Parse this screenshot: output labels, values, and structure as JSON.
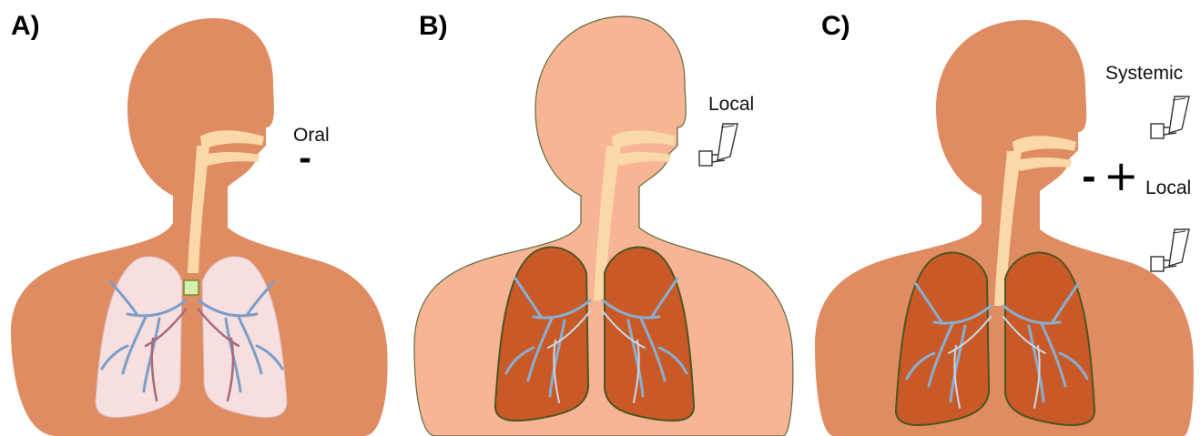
{
  "colors": {
    "skin_dark": "#e08c62",
    "skin_light": "#f8b595",
    "airway": "#fbd8a8",
    "lung_healthy": "#f7dfe0",
    "lung_inflamed": "#c95a28",
    "lung_outline": "#4d5520",
    "bronchi_blue": "#7a9ec8",
    "bronchi_red": "#a86a7a"
  },
  "panels": [
    {
      "letter": "A)",
      "route_label": "Oral",
      "symbol": "-",
      "lung_state": "healthy",
      "icons": []
    },
    {
      "letter": "B)",
      "route_label": "Local",
      "symbol": "",
      "lung_state": "inflamed",
      "icons": [
        "inhaler-icon"
      ]
    },
    {
      "letter": "C)",
      "route_label": "Systemic",
      "route_label_2": "Local",
      "symbol": "-",
      "symbol_2": "+",
      "lung_state": "inflamed",
      "icons": [
        "inhaler-icon",
        "inhaler-icon"
      ]
    }
  ]
}
